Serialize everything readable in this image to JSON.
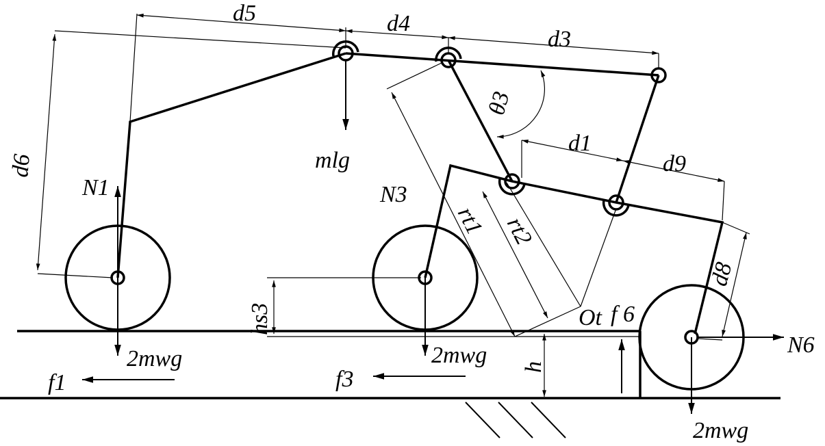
{
  "title": "Wheel-legged vehicle step-climbing force diagram",
  "labels": {
    "d5": "d5",
    "d4": "d4",
    "d3": "d3",
    "d6": "d6",
    "theta3": "θ3",
    "m1g": "mlg",
    "N1": "N1",
    "N3": "N3",
    "N6": "N6",
    "d1": "d1",
    "d9": "d9",
    "d8": "d8",
    "rt1": "rt1",
    "rt2": "rt2",
    "hs3": "hs3",
    "Ot": "Ot",
    "f6": "f 6",
    "h": "h",
    "f1": "f1",
    "f3": "f3",
    "w1g": "2mwg",
    "w3g": "2mwg",
    "w6g": "2mwg"
  }
}
